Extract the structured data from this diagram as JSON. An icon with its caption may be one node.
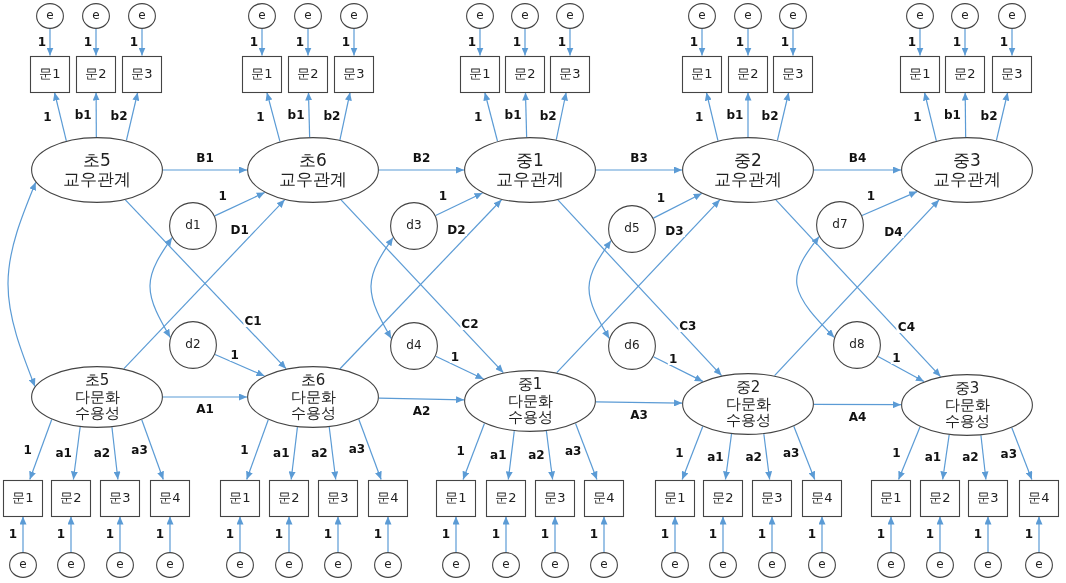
{
  "diagram": {
    "nodes": [
      {
        "text": [
          "e"
        ]
      },
      {
        "text": [
          "e"
        ]
      },
      {
        "text": [
          "e"
        ]
      },
      {
        "text": [
          "e"
        ]
      },
      {
        "text": [
          "e"
        ]
      },
      {
        "text": [
          "e"
        ]
      },
      {
        "text": [
          "e"
        ]
      },
      {
        "text": [
          "e"
        ]
      },
      {
        "text": [
          "e"
        ]
      },
      {
        "text": [
          "e"
        ]
      },
      {
        "text": [
          "e"
        ]
      },
      {
        "text": [
          "e"
        ]
      },
      {
        "text": [
          "e"
        ]
      },
      {
        "text": [
          "e"
        ]
      },
      {
        "text": [
          "e"
        ]
      },
      {
        "text": [
          "문1"
        ]
      },
      {
        "text": [
          "문2"
        ]
      },
      {
        "text": [
          "문3"
        ]
      },
      {
        "text": [
          "문1"
        ]
      },
      {
        "text": [
          "문2"
        ]
      },
      {
        "text": [
          "문3"
        ]
      },
      {
        "text": [
          "문1"
        ]
      },
      {
        "text": [
          "문2"
        ]
      },
      {
        "text": [
          "문3"
        ]
      },
      {
        "text": [
          "문1"
        ]
      },
      {
        "text": [
          "문2"
        ]
      },
      {
        "text": [
          "문3"
        ]
      },
      {
        "text": [
          "문1"
        ]
      },
      {
        "text": [
          "문2"
        ]
      },
      {
        "text": [
          "문3"
        ]
      },
      {
        "text": [
          "초5 교우관계"
        ]
      },
      {
        "text": [
          "초6 교우관계"
        ]
      },
      {
        "text": [
          "중1 교우관계"
        ]
      },
      {
        "text": [
          "중2 교우관계"
        ]
      },
      {
        "text": [
          "중3 교우관계"
        ]
      },
      {
        "text": [
          "d1"
        ]
      },
      {
        "text": [
          "d3"
        ]
      },
      {
        "text": [
          "d5"
        ]
      },
      {
        "text": [
          "d7"
        ]
      },
      {
        "text": [
          "d2"
        ]
      },
      {
        "text": [
          "d4"
        ]
      },
      {
        "text": [
          "d6"
        ]
      },
      {
        "text": [
          "d8"
        ]
      },
      {
        "text": [
          "초5 다문화 수용성"
        ]
      },
      {
        "text": [
          "초6 다문화 수용성"
        ]
      },
      {
        "text": [
          "중1 다문화 수용성"
        ]
      },
      {
        "text": [
          "중2 다문화 수용성"
        ]
      },
      {
        "text": [
          "중3 다문화 수용성"
        ]
      },
      {
        "text": [
          "문1"
        ]
      },
      {
        "text": [
          "문2"
        ]
      },
      {
        "text": [
          "문3"
        ]
      },
      {
        "text": [
          "문4"
        ]
      },
      {
        "text": [
          "문1"
        ]
      },
      {
        "text": [
          "문2"
        ]
      },
      {
        "text": [
          "문3"
        ]
      },
      {
        "text": [
          "문4"
        ]
      },
      {
        "text": [
          "문1"
        ]
      },
      {
        "text": [
          "문2"
        ]
      },
      {
        "text": [
          "문3"
        ]
      },
      {
        "text": [
          "문4"
        ]
      },
      {
        "text": [
          "문1"
        ]
      },
      {
        "text": [
          "문2"
        ]
      },
      {
        "text": [
          "문3"
        ]
      },
      {
        "text": [
          "문4"
        ]
      },
      {
        "text": [
          "문1"
        ]
      },
      {
        "text": [
          "문2"
        ]
      },
      {
        "text": [
          "문3"
        ]
      },
      {
        "text": [
          "문4"
        ]
      },
      {
        "text": [
          "e"
        ]
      },
      {
        "text": [
          "e"
        ]
      },
      {
        "text": [
          "e"
        ]
      },
      {
        "text": [
          "e"
        ]
      },
      {
        "text": [
          "e"
        ]
      },
      {
        "text": [
          "e"
        ]
      },
      {
        "text": [
          "e"
        ]
      },
      {
        "text": [
          "e"
        ]
      },
      {
        "text": [
          "e"
        ]
      },
      {
        "text": [
          "e"
        ]
      },
      {
        "text": [
          "e"
        ]
      },
      {
        "text": [
          "e"
        ]
      },
      {
        "text": [
          "e"
        ]
      },
      {
        "text": [
          "e"
        ]
      },
      {
        "text": [
          "e"
        ]
      },
      {
        "text": [
          "e"
        ]
      },
      {
        "text": [
          "e"
        ]
      },
      {
        "text": [
          "e"
        ]
      },
      {
        "text": [
          "e"
        ]
      },
      {
        "text": [
          "e"
        ]
      }
    ],
    "edges": [
      {
        "from": 0,
        "to": 15,
        "arrow": "to",
        "label": "1"
      },
      {
        "from": 1,
        "to": 16,
        "arrow": "to",
        "label": "1"
      },
      {
        "from": 2,
        "to": 17,
        "arrow": "to",
        "label": "1"
      },
      {
        "from": 3,
        "to": 18,
        "arrow": "to",
        "label": "1"
      },
      {
        "from": 4,
        "to": 19,
        "arrow": "to",
        "label": "1"
      },
      {
        "from": 5,
        "to": 20,
        "arrow": "to",
        "label": "1"
      },
      {
        "from": 6,
        "to": 21,
        "arrow": "to",
        "label": "1"
      },
      {
        "from": 7,
        "to": 22,
        "arrow": "to",
        "label": "1"
      },
      {
        "from": 8,
        "to": 23,
        "arrow": "to",
        "label": "1"
      },
      {
        "from": 9,
        "to": 24,
        "arrow": "to",
        "label": "1"
      },
      {
        "from": 10,
        "to": 25,
        "arrow": "to",
        "label": "1"
      },
      {
        "from": 11,
        "to": 26,
        "arrow": "to",
        "label": "1"
      },
      {
        "from": 12,
        "to": 27,
        "arrow": "to",
        "label": "1"
      },
      {
        "from": 13,
        "to": 28,
        "arrow": "to",
        "label": "1"
      },
      {
        "from": 14,
        "to": 29,
        "arrow": "to",
        "label": "1"
      },
      {
        "from": 30,
        "to": 15,
        "arrow": "to",
        "label": "1"
      },
      {
        "from": 30,
        "to": 16,
        "arrow": "to",
        "label": "b1"
      },
      {
        "from": 30,
        "to": 17,
        "arrow": "to",
        "label": "b2"
      },
      {
        "from": 31,
        "to": 18,
        "arrow": "to",
        "label": "1"
      },
      {
        "from": 31,
        "to": 19,
        "arrow": "to",
        "label": "b1"
      },
      {
        "from": 31,
        "to": 20,
        "arrow": "to",
        "label": "b2"
      },
      {
        "from": 32,
        "to": 21,
        "arrow": "to",
        "label": "1"
      },
      {
        "from": 32,
        "to": 22,
        "arrow": "to",
        "label": "b1"
      },
      {
        "from": 32,
        "to": 23,
        "arrow": "to",
        "label": "b2"
      },
      {
        "from": 33,
        "to": 24,
        "arrow": "to",
        "label": "1"
      },
      {
        "from": 33,
        "to": 25,
        "arrow": "to",
        "label": "b1"
      },
      {
        "from": 33,
        "to": 26,
        "arrow": "to",
        "label": "b2"
      },
      {
        "from": 34,
        "to": 27,
        "arrow": "to",
        "label": "1"
      },
      {
        "from": 34,
        "to": 28,
        "arrow": "to",
        "label": "b1"
      },
      {
        "from": 34,
        "to": 29,
        "arrow": "to",
        "label": "b2"
      },
      {
        "from": 30,
        "to": 31,
        "arrow": "to",
        "label": "B1"
      },
      {
        "from": 31,
        "to": 32,
        "arrow": "to",
        "label": "B2"
      },
      {
        "from": 32,
        "to": 33,
        "arrow": "to",
        "label": "B3"
      },
      {
        "from": 33,
        "to": 34,
        "arrow": "to",
        "label": "B4"
      },
      {
        "from": 35,
        "to": 31,
        "arrow": "to",
        "label": "1"
      },
      {
        "from": 36,
        "to": 32,
        "arrow": "to",
        "label": "1"
      },
      {
        "from": 37,
        "to": 33,
        "arrow": "to",
        "label": "1"
      },
      {
        "from": 38,
        "to": 34,
        "arrow": "to",
        "label": "1"
      },
      {
        "from": 30,
        "to": 43,
        "arrow": "both"
      },
      {
        "from": 35,
        "to": 39,
        "arrow": "both"
      },
      {
        "from": 36,
        "to": 40,
        "arrow": "both"
      },
      {
        "from": 37,
        "to": 41,
        "arrow": "both"
      },
      {
        "from": 38,
        "to": 42,
        "arrow": "both"
      },
      {
        "from": 43,
        "to": 31,
        "arrow": "to",
        "label": "D1"
      },
      {
        "from": 44,
        "to": 32,
        "arrow": "to",
        "label": "D2"
      },
      {
        "from": 45,
        "to": 33,
        "arrow": "to",
        "label": "D3"
      },
      {
        "from": 46,
        "to": 34,
        "arrow": "to",
        "label": "D4"
      },
      {
        "from": 30,
        "to": 44,
        "arrow": "to",
        "label": "C1"
      },
      {
        "from": 31,
        "to": 45,
        "arrow": "to",
        "label": "C2"
      },
      {
        "from": 32,
        "to": 46,
        "arrow": "to",
        "label": "C3"
      },
      {
        "from": 33,
        "to": 47,
        "arrow": "to",
        "label": "C4"
      },
      {
        "from": 39,
        "to": 44,
        "arrow": "to",
        "label": "1"
      },
      {
        "from": 40,
        "to": 45,
        "arrow": "to",
        "label": "1"
      },
      {
        "from": 41,
        "to": 46,
        "arrow": "to",
        "label": "1"
      },
      {
        "from": 42,
        "to": 47,
        "arrow": "to",
        "label": "1"
      },
      {
        "from": 43,
        "to": 44,
        "arrow": "to",
        "label": "A1"
      },
      {
        "from": 44,
        "to": 45,
        "arrow": "to",
        "label": "A2"
      },
      {
        "from": 45,
        "to": 46,
        "arrow": "to",
        "label": "A3"
      },
      {
        "from": 46,
        "to": 47,
        "arrow": "to",
        "label": "A4"
      },
      {
        "from": 43,
        "to": 48,
        "arrow": "to",
        "label": "1"
      },
      {
        "from": 43,
        "to": 49,
        "arrow": "to",
        "label": "a1"
      },
      {
        "from": 43,
        "to": 50,
        "arrow": "to",
        "label": "a2"
      },
      {
        "from": 43,
        "to": 51,
        "arrow": "to",
        "label": "a3"
      },
      {
        "from": 44,
        "to": 52,
        "arrow": "to",
        "label": "1"
      },
      {
        "from": 44,
        "to": 53,
        "arrow": "to",
        "label": "a1"
      },
      {
        "from": 44,
        "to": 54,
        "arrow": "to",
        "label": "a2"
      },
      {
        "from": 44,
        "to": 55,
        "arrow": "to",
        "label": "a3"
      },
      {
        "from": 45,
        "to": 56,
        "arrow": "to",
        "label": "1"
      },
      {
        "from": 45,
        "to": 57,
        "arrow": "to",
        "label": "a1"
      },
      {
        "from": 45,
        "to": 58,
        "arrow": "to",
        "label": "a2"
      },
      {
        "from": 45,
        "to": 59,
        "arrow": "to",
        "label": "a3"
      },
      {
        "from": 46,
        "to": 60,
        "arrow": "to",
        "label": "1"
      },
      {
        "from": 46,
        "to": 61,
        "arrow": "to",
        "label": "a1"
      },
      {
        "from": 46,
        "to": 62,
        "arrow": "to",
        "label": "a2"
      },
      {
        "from": 46,
        "to": 63,
        "arrow": "to",
        "label": "a3"
      },
      {
        "from": 47,
        "to": 64,
        "arrow": "to",
        "label": "1"
      },
      {
        "from": 47,
        "to": 65,
        "arrow": "to",
        "label": "a1"
      },
      {
        "from": 47,
        "to": 66,
        "arrow": "to",
        "label": "a2"
      },
      {
        "from": 47,
        "to": 67,
        "arrow": "to",
        "label": "a3"
      },
      {
        "from": 68,
        "to": 48,
        "arrow": "to",
        "label": "1"
      },
      {
        "from": 69,
        "to": 49,
        "arrow": "to",
        "label": "1"
      },
      {
        "from": 70,
        "to": 50,
        "arrow": "to",
        "label": "1"
      },
      {
        "from": 71,
        "to": 51,
        "arrow": "to",
        "label": "1"
      },
      {
        "from": 72,
        "to": 52,
        "arrow": "to",
        "label": "1"
      },
      {
        "from": 73,
        "to": 53,
        "arrow": "to",
        "label": "1"
      },
      {
        "from": 74,
        "to": 54,
        "arrow": "to",
        "label": "1"
      },
      {
        "from": 75,
        "to": 55,
        "arrow": "to",
        "label": "1"
      },
      {
        "from": 76,
        "to": 56,
        "arrow": "to",
        "label": "1"
      },
      {
        "from": 77,
        "to": 57,
        "arrow": "to",
        "label": "1"
      },
      {
        "from": 78,
        "to": 58,
        "arrow": "to",
        "label": "1"
      },
      {
        "from": 79,
        "to": 59,
        "arrow": "to",
        "label": "1"
      },
      {
        "from": 80,
        "to": 60,
        "arrow": "to",
        "label": "1"
      },
      {
        "from": 81,
        "to": 61,
        "arrow": "to",
        "label": "1"
      },
      {
        "from": 82,
        "to": 62,
        "arrow": "to",
        "label": "1"
      },
      {
        "from": 83,
        "to": 63,
        "arrow": "to",
        "label": "1"
      },
      {
        "from": 84,
        "to": 64,
        "arrow": "to",
        "label": "1"
      },
      {
        "from": 85,
        "to": 65,
        "arrow": "to",
        "label": "1"
      },
      {
        "from": 86,
        "to": 66,
        "arrow": "to",
        "label": "1"
      },
      {
        "from": 87,
        "to": 67,
        "arrow": "to",
        "label": "1"
      }
    ]
  }
}
